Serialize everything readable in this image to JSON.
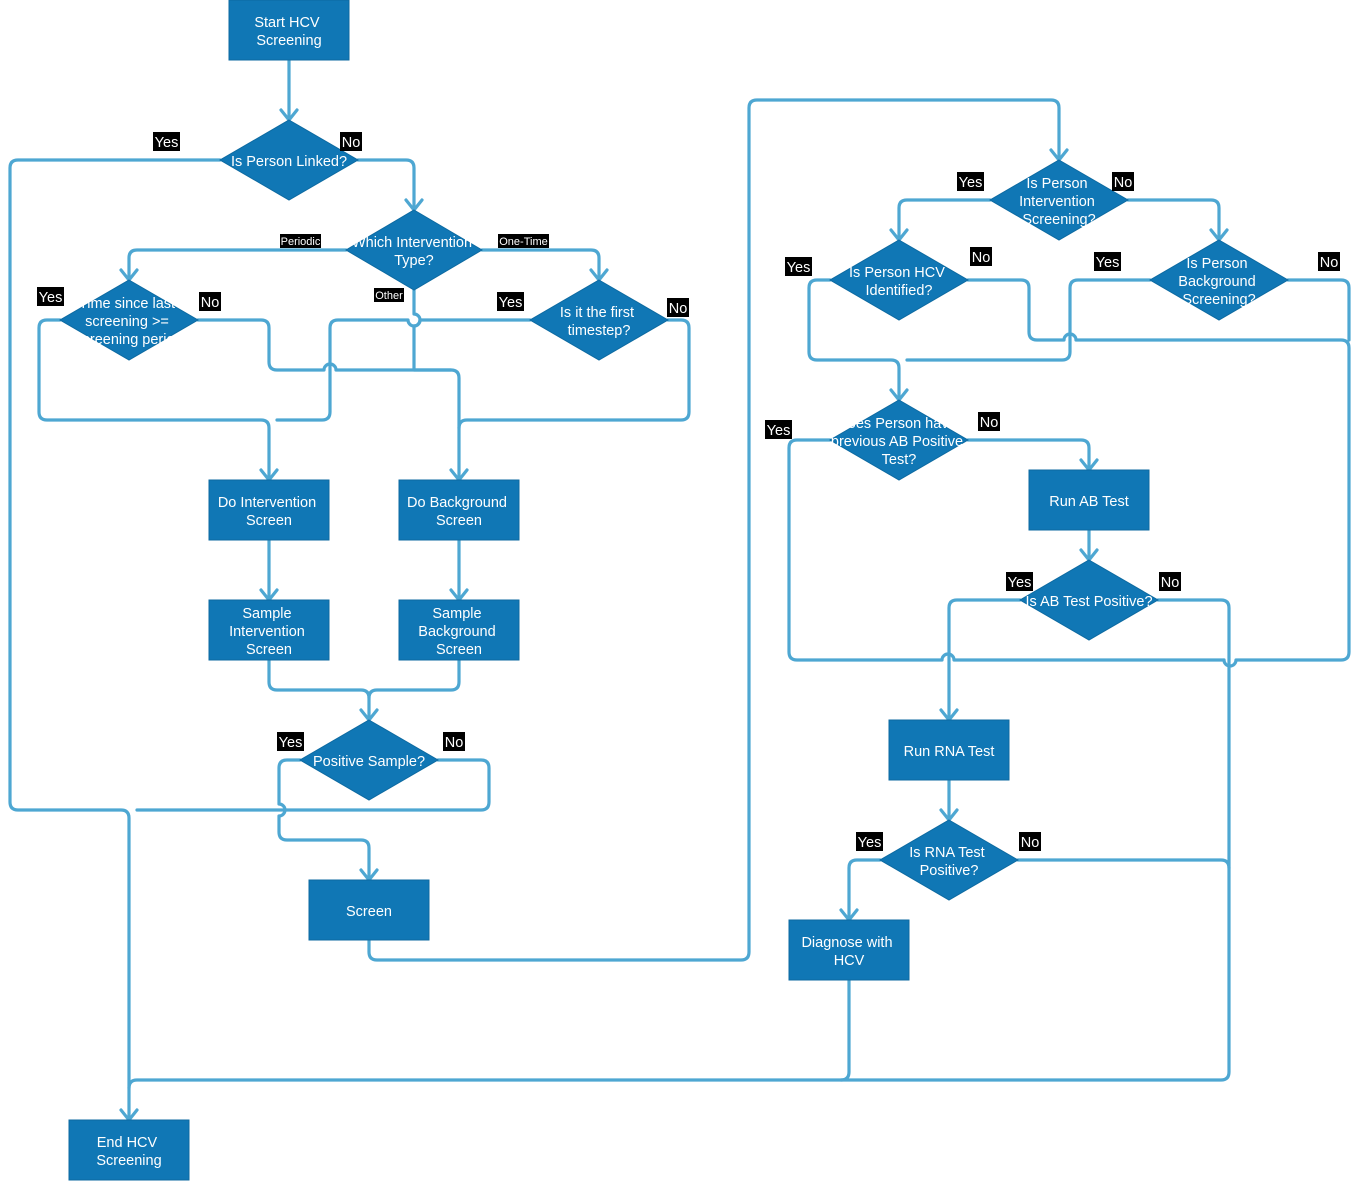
{
  "colors": {
    "node_fill": "#1077b5",
    "node_stroke": "#0d6aa1",
    "edge": "#4ea7d2",
    "label_bg": "#000000",
    "text": "#ffffff",
    "background": "#ffffff"
  },
  "nodes": {
    "start": {
      "lines": [
        "Start HCV",
        "Screening"
      ]
    },
    "linked": {
      "lines": [
        "Is Person Linked?"
      ]
    },
    "which_type": {
      "lines": [
        "Which Intervention",
        "Type?"
      ]
    },
    "time_since": {
      "lines": [
        "Time since last",
        "screening >=",
        "screening period"
      ]
    },
    "first_timestep": {
      "lines": [
        "Is it the first",
        "timestep?"
      ]
    },
    "do_intervention": {
      "lines": [
        "Do Intervention",
        "Screen"
      ]
    },
    "do_background": {
      "lines": [
        "Do Background",
        "Screen"
      ]
    },
    "sample_intervention": {
      "lines": [
        "Sample",
        "Intervention",
        "Screen"
      ]
    },
    "sample_background": {
      "lines": [
        "Sample",
        "Background",
        "Screen"
      ]
    },
    "positive_sample": {
      "lines": [
        "Positive Sample?"
      ]
    },
    "screen": {
      "lines": [
        "Screen"
      ]
    },
    "end": {
      "lines": [
        "End HCV",
        "Screening"
      ]
    },
    "intervention_screening": {
      "lines": [
        "Is Person",
        "Intervention",
        "Screening?"
      ]
    },
    "hcv_identified": {
      "lines": [
        "Is Person HCV",
        "Identified?"
      ]
    },
    "background_screening": {
      "lines": [
        "Is Person",
        "Background",
        "Screening?"
      ]
    },
    "prev_ab": {
      "lines": [
        "Does Person have",
        "previous AB Positive",
        "Test?"
      ]
    },
    "run_ab": {
      "lines": [
        "Run AB Test"
      ]
    },
    "ab_positive": {
      "lines": [
        "Is AB Test Positive?"
      ]
    },
    "run_rna": {
      "lines": [
        "Run RNA Test"
      ]
    },
    "rna_positive": {
      "lines": [
        "Is RNA Test",
        "Positive?"
      ]
    },
    "diagnose": {
      "lines": [
        "Diagnose with",
        "HCV"
      ]
    }
  },
  "labels": {
    "linked_yes": "Yes",
    "linked_no": "No",
    "periodic": "Periodic",
    "one_time": "One-Time",
    "other": "Other",
    "time_yes": "Yes",
    "time_no": "No",
    "first_yes": "Yes",
    "first_no": "No",
    "positive_yes": "Yes",
    "positive_no": "No",
    "interv_yes": "Yes",
    "interv_no": "No",
    "hcv_yes": "Yes",
    "hcv_no": "No",
    "bg_yes": "Yes",
    "bg_no": "No",
    "prev_yes": "Yes",
    "prev_no": "No",
    "ab_yes": "Yes",
    "ab_no": "No",
    "rna_yes": "Yes",
    "rna_no": "No"
  }
}
